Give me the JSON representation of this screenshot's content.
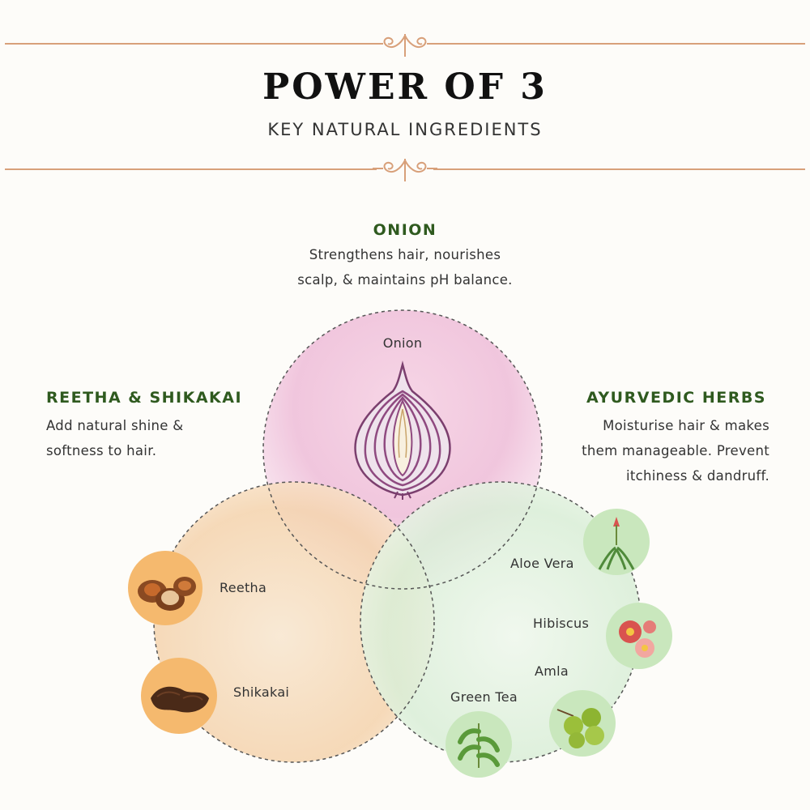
{
  "colors": {
    "rule": "#d8a07a",
    "heading_green": "#2f5a1f",
    "onion_circle": "#f3c7de",
    "reetha_circle": "#f6d9b5",
    "herbs_circle": "#dcefdc",
    "dash": "#555555"
  },
  "header": {
    "title": "POWER OF 3",
    "subtitle": "KEY NATURAL INGREDIENTS"
  },
  "onion": {
    "heading": "ONION",
    "description_lines": [
      "Strengthens hair, nourishes",
      "scalp, & maintains pH balance."
    ],
    "circle_label": "Onion",
    "icon": "onion-icon"
  },
  "reetha_shikakai": {
    "heading": "REETHA & SHIKAKAI",
    "description_lines": [
      "Add natural shine &",
      "softness to hair."
    ],
    "items": [
      {
        "label": "Reetha",
        "icon": "reetha-nuts-icon"
      },
      {
        "label": "Shikakai",
        "icon": "shikakai-pods-icon"
      }
    ]
  },
  "ayurvedic_herbs": {
    "heading": "AYURVEDIC HERBS",
    "description_lines": [
      "Moisturise hair & makes",
      "them manageable. Prevent",
      "itchiness & dandruff."
    ],
    "items": [
      {
        "label": "Aloe Vera",
        "icon": "aloe-vera-icon"
      },
      {
        "label": "Hibiscus",
        "icon": "hibiscus-icon"
      },
      {
        "label": "Amla",
        "icon": "amla-icon"
      },
      {
        "label": "Green Tea",
        "icon": "green-tea-icon"
      }
    ]
  }
}
